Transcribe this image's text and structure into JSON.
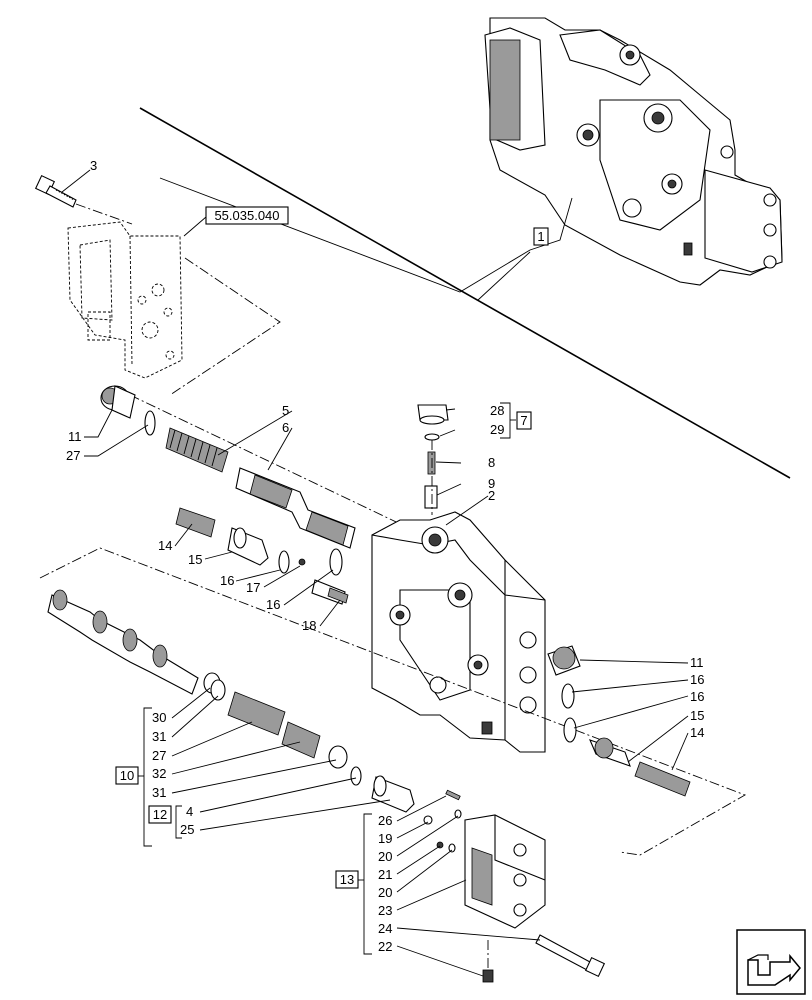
{
  "reference": "55.035.040",
  "callouts": {
    "c1": "1",
    "c2": "2",
    "c3": "3",
    "c4": "4",
    "c5": "5",
    "c6": "6",
    "c7": "7",
    "c8": "8",
    "c9": "9",
    "c10": "10",
    "c11a": "11",
    "c11b": "11",
    "c12": "12",
    "c13": "13",
    "c14a": "14",
    "c14b": "14",
    "c15a": "15",
    "c15b": "15",
    "c16a": "16",
    "c16b": "16",
    "c16c": "16",
    "c16d": "16",
    "c17": "17",
    "c18": "18",
    "c19": "19",
    "c20a": "20",
    "c20b": "20",
    "c21": "21",
    "c22": "22",
    "c23": "23",
    "c24": "24",
    "c25": "25",
    "c26": "26",
    "c27a": "27",
    "c27b": "27",
    "c28": "28",
    "c29": "29",
    "c30": "30",
    "c31a": "31",
    "c31b": "31",
    "c32": "32"
  },
  "nav_icon": "next-page-arrow-icon"
}
